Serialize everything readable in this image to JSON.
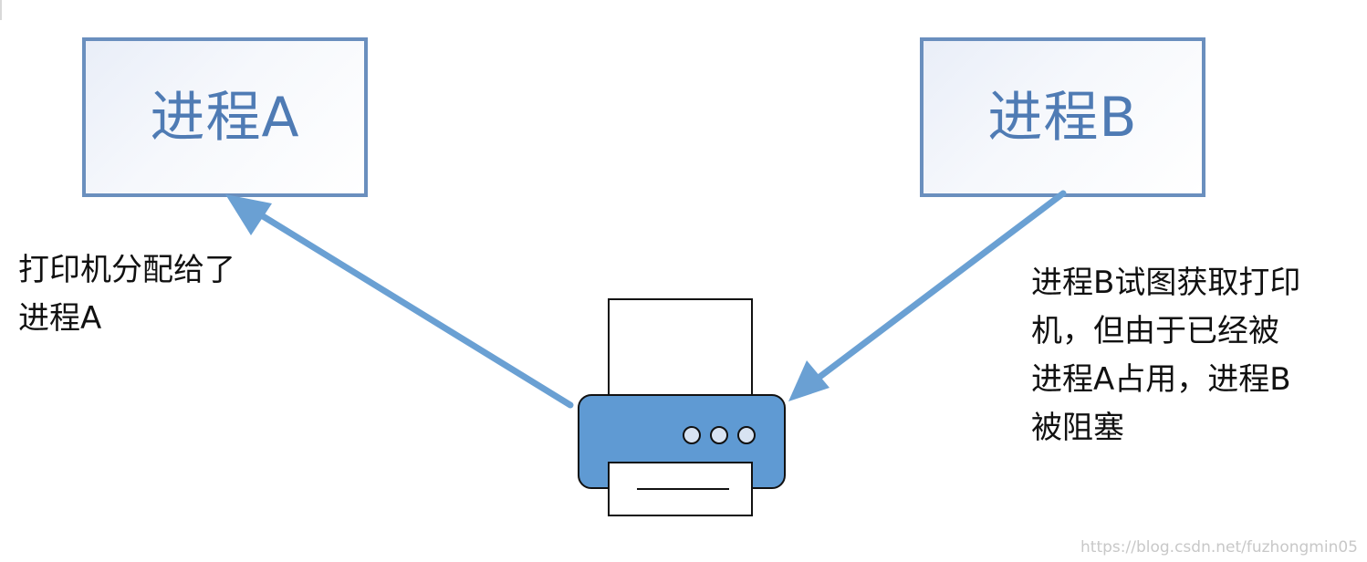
{
  "process_a": {
    "label": "进程A"
  },
  "process_b": {
    "label": "进程B"
  },
  "note_a": {
    "lines": [
      "打印机分配给了",
      "进程A"
    ]
  },
  "note_b": {
    "lines": [
      "进程B试图获取打印",
      "机，但由于已经被",
      "进程A占用，进程B",
      "被阻塞"
    ]
  },
  "watermark": "https://blog.csdn.net/fuzhongmin05",
  "colors": {
    "box_border": "#6a8fbe",
    "box_text": "#4f7bb4",
    "arrow": "#6aa0d3",
    "printer_body": "#5f9ad3"
  },
  "icons": {
    "printer": "printer-icon"
  }
}
